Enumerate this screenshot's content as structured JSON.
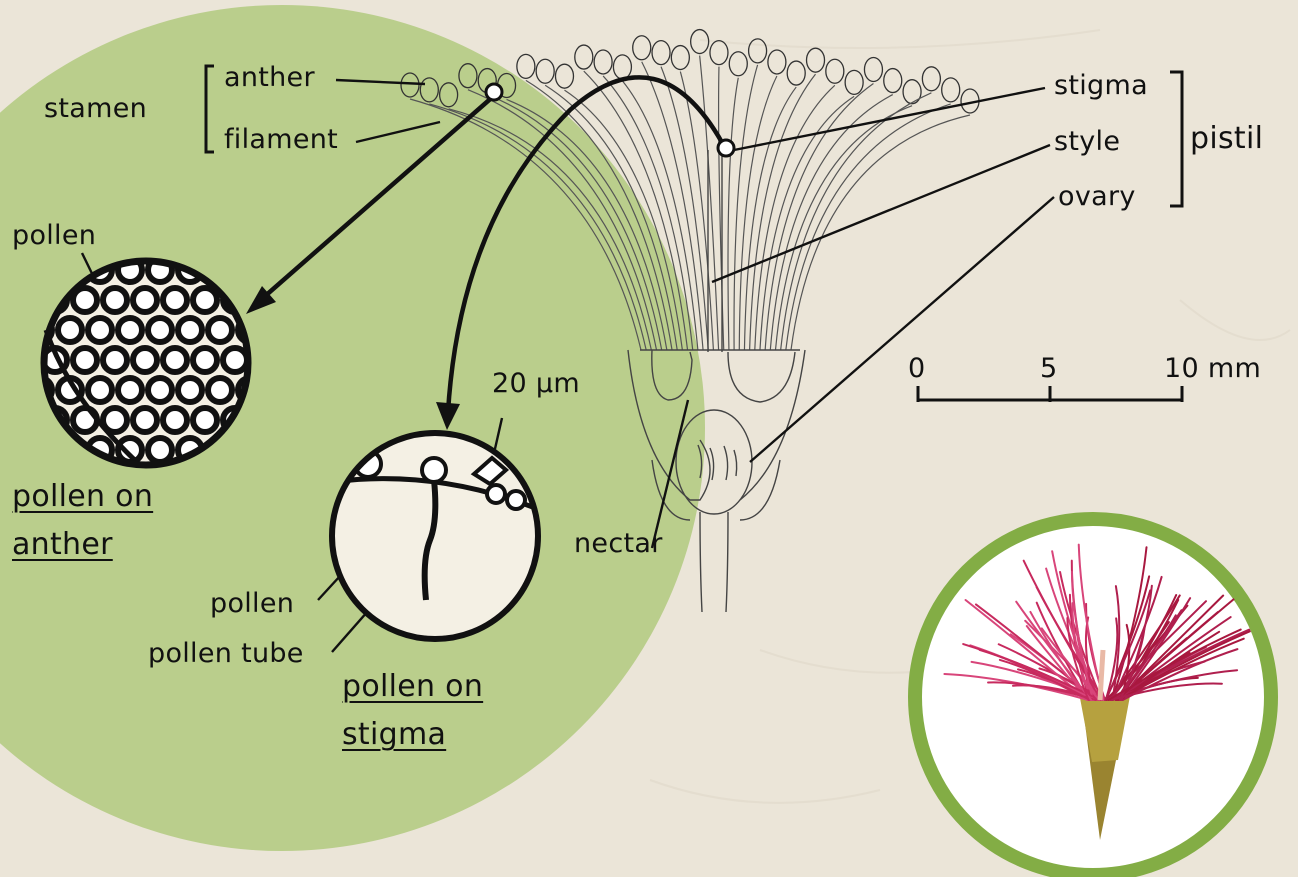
{
  "labels": {
    "stamen": "stamen",
    "anther": "anther",
    "filament": "filament",
    "pollen": "pollen",
    "pollen_on_anther_1": "pollen on",
    "pollen_on_anther_2": "anther",
    "scale_micro": "20 µm",
    "pollen_stigma": "pollen",
    "pollen_tube": "pollen tube",
    "pollen_on_stigma_1": "pollen on",
    "pollen_on_stigma_2": "stigma",
    "nectar": "nectar",
    "stigma": "stigma",
    "style": "style",
    "ovary": "ovary",
    "pistil": "pistil"
  },
  "scale_bar": {
    "ticks": [
      "0",
      "5",
      "10 mm"
    ]
  },
  "colors": {
    "background": "#ebe5d8",
    "green_circle": "#b5cc86",
    "photo_ring": "#83ad45",
    "flower_red": "#c72a5e",
    "ink": "#111111"
  }
}
